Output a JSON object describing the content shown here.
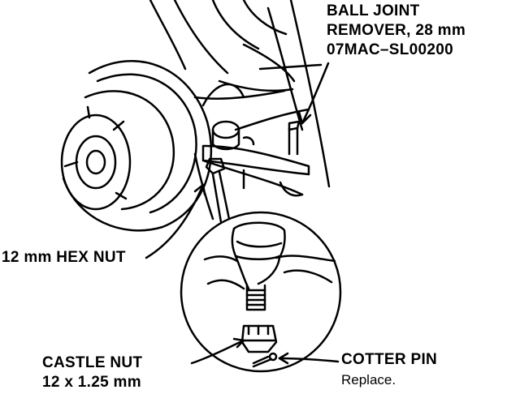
{
  "callouts": {
    "ball_joint_remover": {
      "line1": "BALL JOINT",
      "line2": "REMOVER, 28 mm",
      "line3": "07MAC–SL00200"
    },
    "hex_nut": {
      "label": "12 mm HEX NUT"
    },
    "castle_nut": {
      "line1": "CASTLE NUT",
      "line2": "12 x 1.25 mm"
    },
    "cotter_pin": {
      "line1": "COTTER PIN",
      "line2": "Replace."
    }
  }
}
